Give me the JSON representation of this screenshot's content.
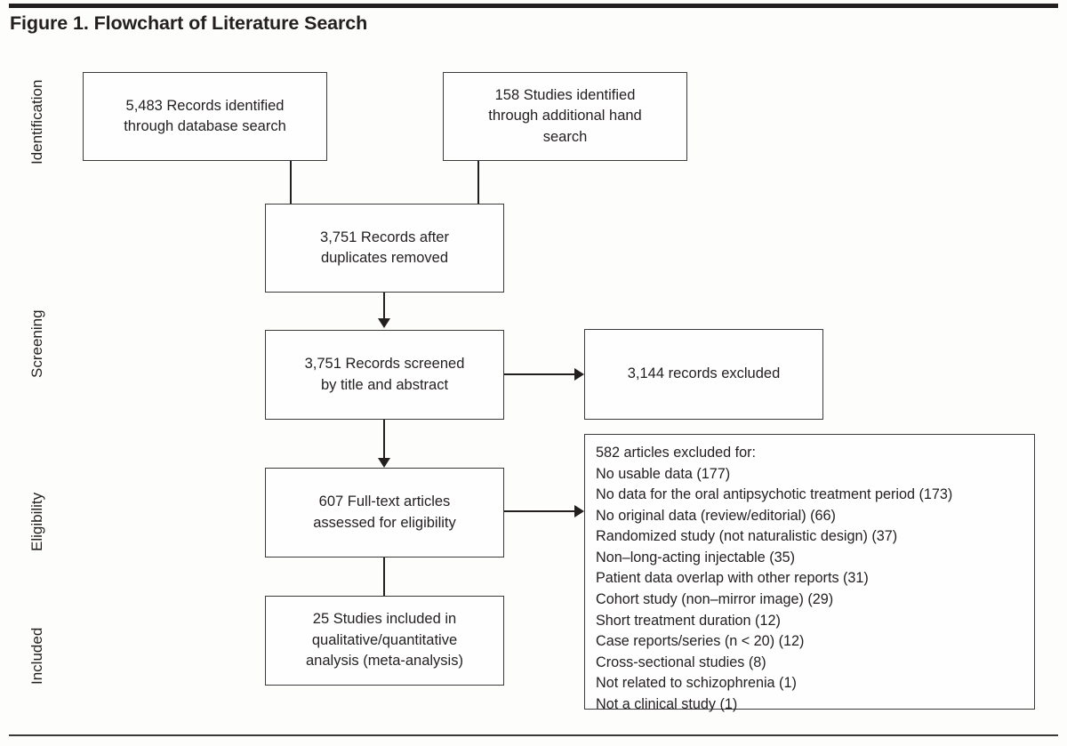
{
  "figure": {
    "title": "Figure 1. Flowchart of Literature Search",
    "type": "prisma-flowchart"
  },
  "stages": [
    {
      "id": "identification",
      "label": "Identification"
    },
    {
      "id": "screening",
      "label": "Screening"
    },
    {
      "id": "eligibility",
      "label": "Eligibility"
    },
    {
      "id": "included",
      "label": "Included"
    }
  ],
  "nodes": {
    "database_search": {
      "lines": [
        "5,483 Records identified",
        "through database search"
      ],
      "count": 5483
    },
    "hand_search": {
      "lines": [
        "158 Studies identified",
        "through additional hand",
        "search"
      ],
      "count": 158
    },
    "after_duplicates": {
      "lines": [
        "3,751 Records after",
        "duplicates removed"
      ],
      "count": 3751
    },
    "screened": {
      "lines": [
        "3,751 Records screened",
        "by title and abstract"
      ],
      "count": 3751
    },
    "records_excluded": {
      "lines": [
        "3,144 records excluded"
      ],
      "count": 3144
    },
    "fulltext_assessed": {
      "lines": [
        "607 Full-text articles",
        "assessed for eligibility"
      ],
      "count": 607
    },
    "articles_excluded": {
      "header": "582 articles excluded for:",
      "total": 582,
      "reasons": [
        {
          "label": "No usable data (177)",
          "reason": "No usable data",
          "n": 177
        },
        {
          "label": "No data for the oral antipsychotic treatment period (173)",
          "reason": "No data for the oral antipsychotic treatment period",
          "n": 173
        },
        {
          "label": "No original data (review/editorial) (66)",
          "reason": "No original data (review/editorial)",
          "n": 66
        },
        {
          "label": "Randomized study (not naturalistic design) (37)",
          "reason": "Randomized study (not naturalistic design)",
          "n": 37
        },
        {
          "label": "Non–long-acting injectable (35)",
          "reason": "Non–long-acting injectable",
          "n": 35
        },
        {
          "label": "Patient data overlap with other reports (31)",
          "reason": "Patient data overlap with other reports",
          "n": 31
        },
        {
          "label": "Cohort study (non–mirror image) (29)",
          "reason": "Cohort study (non–mirror image)",
          "n": 29
        },
        {
          "label": "Short treatment duration (12)",
          "reason": "Short treatment duration",
          "n": 12
        },
        {
          "label": "Case reports/series (n < 20) (12)",
          "reason": "Case reports/series (n < 20)",
          "n": 12
        },
        {
          "label": "Cross-sectional studies (8)",
          "reason": "Cross-sectional studies",
          "n": 8
        },
        {
          "label": "Not related to schizophrenia (1)",
          "reason": "Not related to schizophrenia",
          "n": 1
        },
        {
          "label": "Not a clinical study (1)",
          "reason": "Not a clinical study",
          "n": 1
        }
      ]
    },
    "included_studies": {
      "lines": [
        "25 Studies included in",
        "qualitative/quantitative",
        "analysis (meta-analysis)"
      ],
      "count": 25
    }
  },
  "colors": {
    "ink": "#231f20",
    "box_border": "#3b3b3b",
    "background": "#fdfdfb"
  }
}
